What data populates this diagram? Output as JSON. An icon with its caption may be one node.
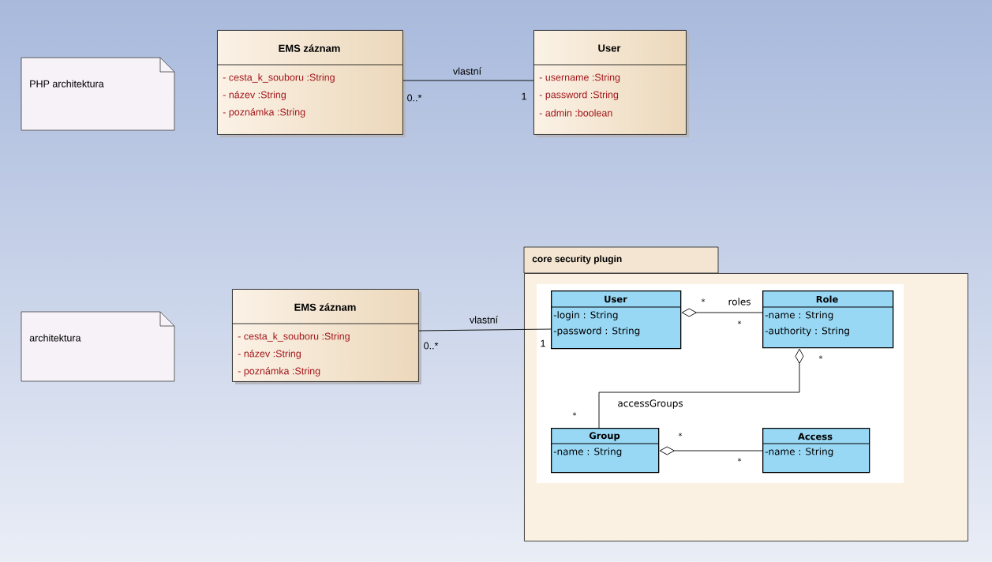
{
  "diagram": {
    "nodes": [
      {
        "text": [
          "PHP architektura"
        ]
      },
      {
        "text": [
          "EMS záznam",
          "- cesta_k_souboru :String",
          "- název :String",
          "- poznámka :String"
        ]
      },
      {
        "text": [
          "User",
          "- username :String",
          "- password :String",
          "- admin :boolean"
        ]
      },
      {
        "text": [
          "architektura"
        ]
      },
      {
        "text": [
          "EMS záznam",
          "- cesta_k_souboru :String",
          "- název :String",
          "- poznámka :String"
        ]
      },
      {
        "text": [
          "core security plugin"
        ]
      },
      {
        "text": [
          "User",
          "-login : String",
          "-password : String"
        ],
        "in": 5
      },
      {
        "text": [
          "Role",
          "-name : String",
          "-authority : String"
        ],
        "in": 5
      },
      {
        "text": [
          "Group",
          "-name : String"
        ],
        "in": 5
      },
      {
        "text": [
          "Access",
          "-name : String"
        ],
        "in": 5
      }
    ],
    "edges": [
      {
        "from": 1,
        "to": 2,
        "arrow": "none",
        "label": "vlastní"
      },
      {
        "from": 4,
        "to": 6,
        "arrow": "none",
        "label": "vlastní"
      },
      {
        "from": 6,
        "to": 7,
        "arrow": "other",
        "label": "roles"
      },
      {
        "from": 7,
        "to": 8,
        "arrow": "other",
        "label": "accessGroups"
      },
      {
        "from": 8,
        "to": 9,
        "arrow": "other"
      }
    ],
    "labels": [
      "0..*",
      "1",
      "0..*",
      "1",
      "*",
      "*",
      "*",
      "*",
      "*",
      "*"
    ]
  }
}
